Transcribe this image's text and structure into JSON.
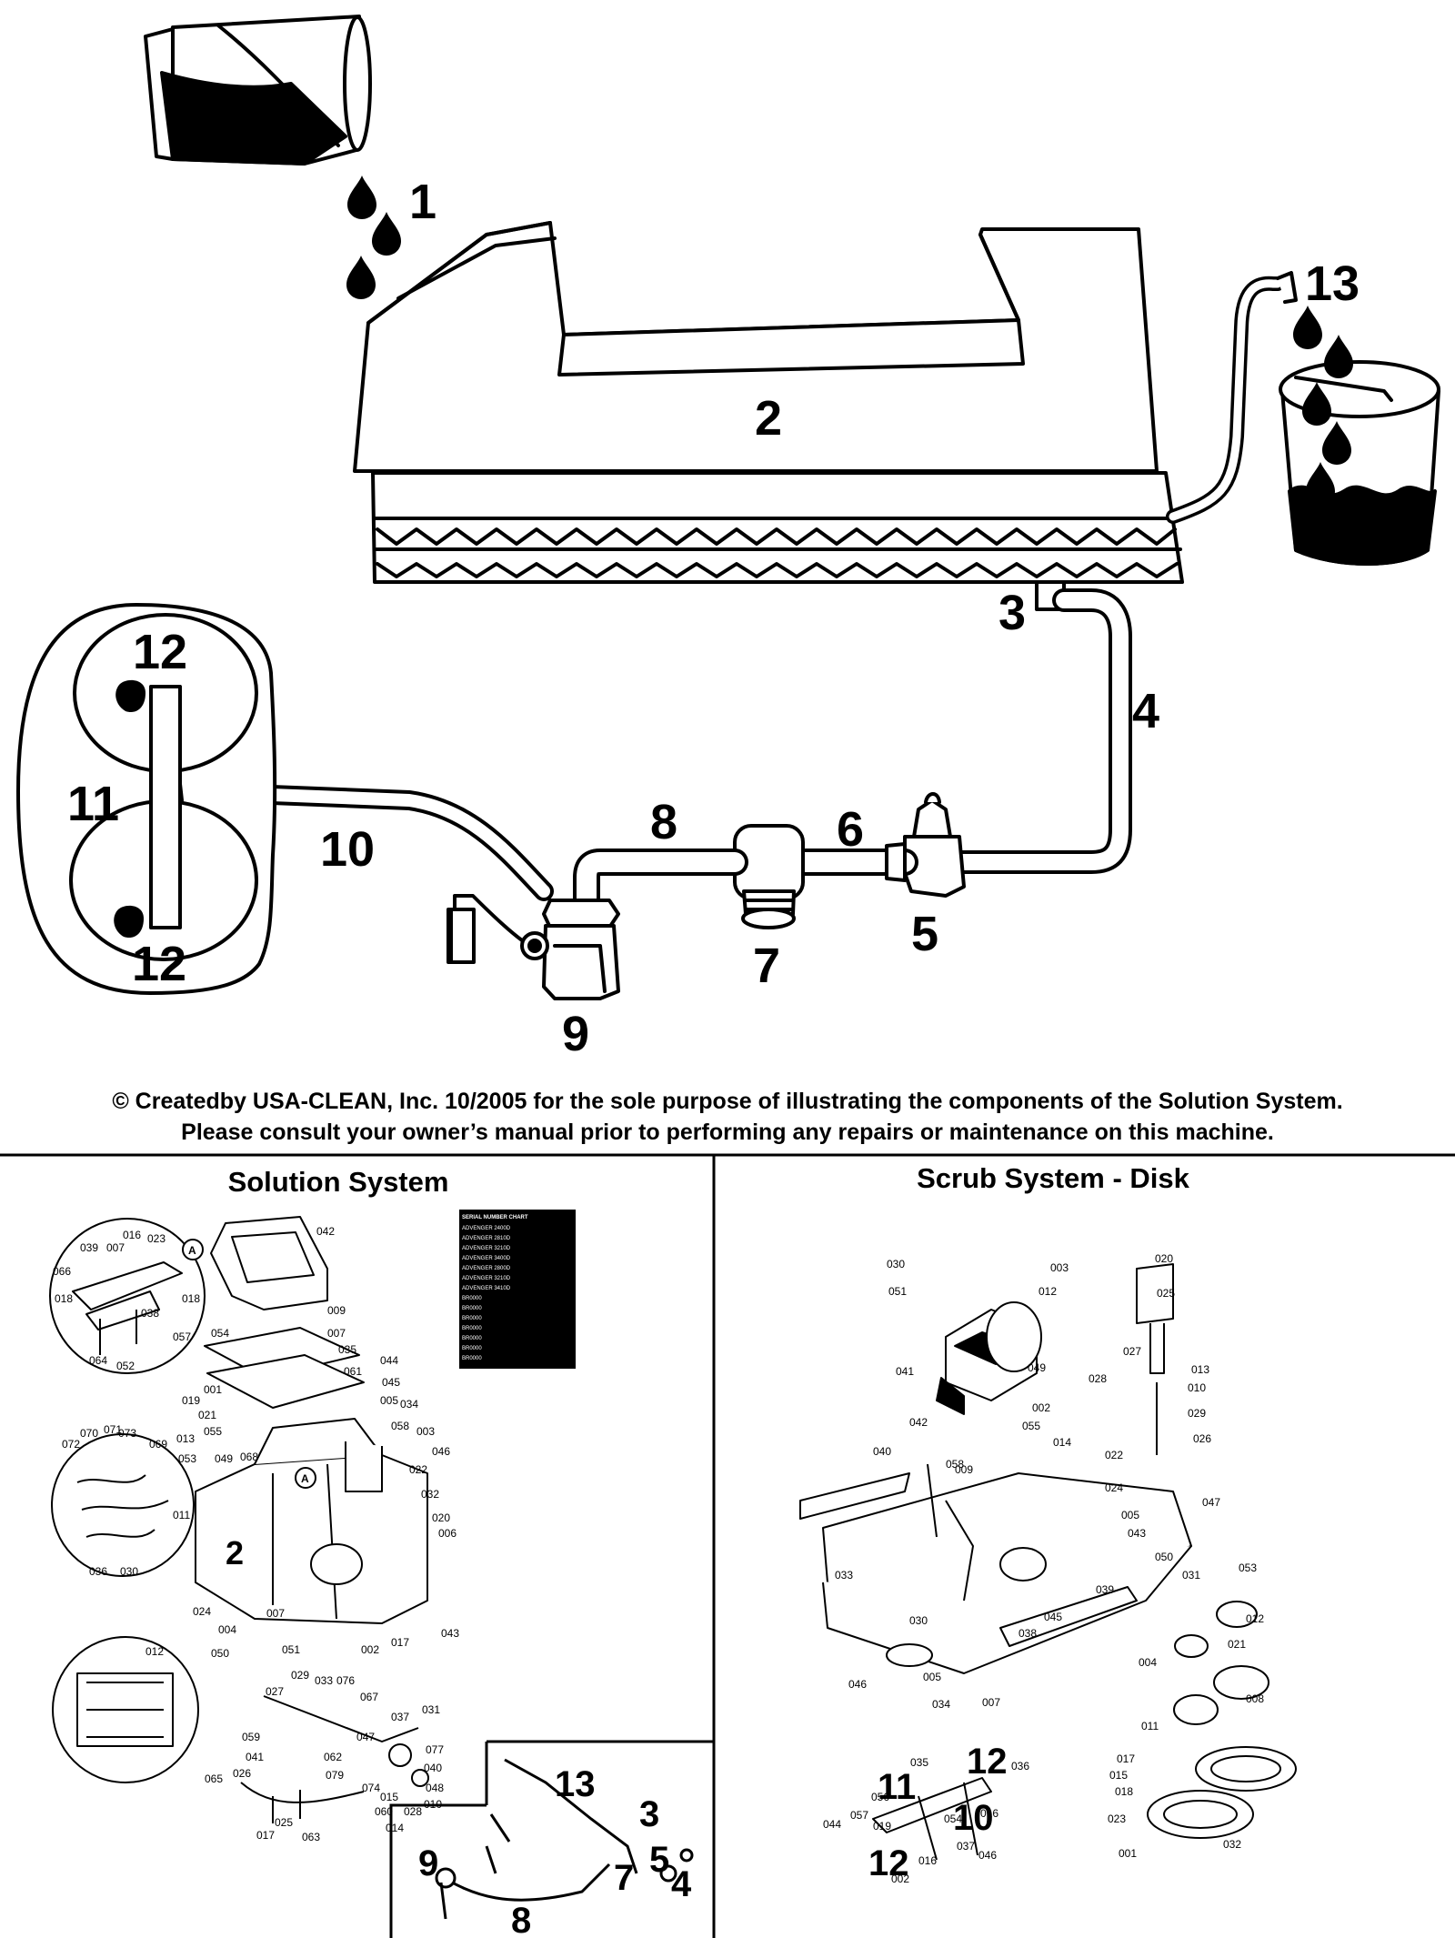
{
  "flow_diagram": {
    "callouts": [
      "1",
      "2",
      "3",
      "4",
      "5",
      "6",
      "7",
      "8",
      "9",
      "10",
      "11",
      "12",
      "12",
      "13"
    ]
  },
  "notice": {
    "line1": "© Createdby USA-CLEAN, Inc. 10/2005 for the sole purpose of illustrating the components of the Solution System.",
    "line2": "Please consult your owner’s manual prior to performing any repairs or maintenance on this machine."
  },
  "solution_panel": {
    "title": "Solution System",
    "serial_chart": {
      "header": "SERIAL NUMBER CHART",
      "rows": [
        "ADVENGER 2400D",
        "ADVENGER 2810D",
        "ADVENGER 3210D",
        "ADVENGER 3400D",
        "ADVENGER 2800D",
        "ADVENGER 3210D",
        "ADVENGER 3410D",
        "BR0000",
        "BR0000",
        "BR0000",
        "BR0000",
        "BR0000",
        "BR0000",
        "BR0000"
      ]
    },
    "part_labels": [
      "042",
      "016",
      "023",
      "039",
      "007",
      "066",
      "018",
      "018",
      "038",
      "057",
      "064",
      "052",
      "009",
      "007",
      "054",
      "035",
      "001",
      "019",
      "021",
      "055",
      "061",
      "044",
      "045",
      "005",
      "034",
      "058",
      "003",
      "046",
      "022",
      "032",
      "020",
      "006",
      "070",
      "071",
      "073",
      "069",
      "072",
      "013",
      "053",
      "049",
      "068",
      "011",
      "036",
      "030",
      "024",
      "004",
      "007",
      "017",
      "002",
      "051",
      "043",
      "012",
      "050",
      "029",
      "033",
      "076",
      "027",
      "067",
      "037",
      "031",
      "047",
      "077",
      "040",
      "048",
      "010",
      "028",
      "014",
      "060",
      "015",
      "074",
      "062",
      "079",
      "059",
      "041",
      "026",
      "065",
      "025",
      "017",
      "063"
    ],
    "callouts": [
      "2",
      "A",
      "A"
    ],
    "inset_callouts": [
      "13",
      "3",
      "9",
      "7",
      "5",
      "4",
      "8"
    ]
  },
  "scrub_panel": {
    "title": "Scrub System - Disk",
    "part_labels": [
      "030",
      "003",
      "051",
      "012",
      "020",
      "025",
      "041",
      "049",
      "002",
      "027",
      "013",
      "010",
      "029",
      "026",
      "028",
      "042",
      "055",
      "014",
      "022",
      "040",
      "058",
      "009",
      "024",
      "047",
      "005",
      "043",
      "033",
      "050",
      "031",
      "039",
      "045",
      "030",
      "038",
      "053",
      "012",
      "021",
      "004",
      "008",
      "046",
      "005",
      "034",
      "007",
      "011",
      "017",
      "015",
      "018",
      "023",
      "001",
      "032",
      "035",
      "036",
      "056",
      "016",
      "044",
      "057",
      "019",
      "054",
      "037",
      "046",
      "016",
      "002"
    ],
    "callouts": [
      "11",
      "12",
      "10",
      "12"
    ]
  }
}
